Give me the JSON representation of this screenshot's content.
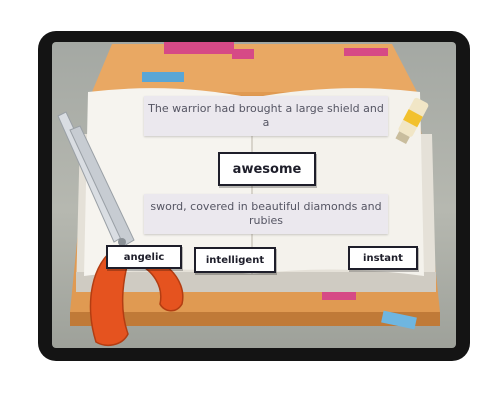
{
  "sentence": {
    "start_text": "The warrior had brought a large shield and a",
    "selected_word": "awesome",
    "end_text": "sword, covered in beautiful diamonds and rubies"
  },
  "word_choices": [
    {
      "label": "angelic"
    },
    {
      "label": "intelligent"
    },
    {
      "label": "instant"
    }
  ],
  "colors": {
    "tablet_frame": "#141414",
    "desk": "#e09a52",
    "page": "#f6f4ef",
    "scissor_handle": "#e5531f",
    "word_card_border": "#1e1e2a"
  },
  "icons": [
    "scissors-icon",
    "glue-stick-icon"
  ]
}
